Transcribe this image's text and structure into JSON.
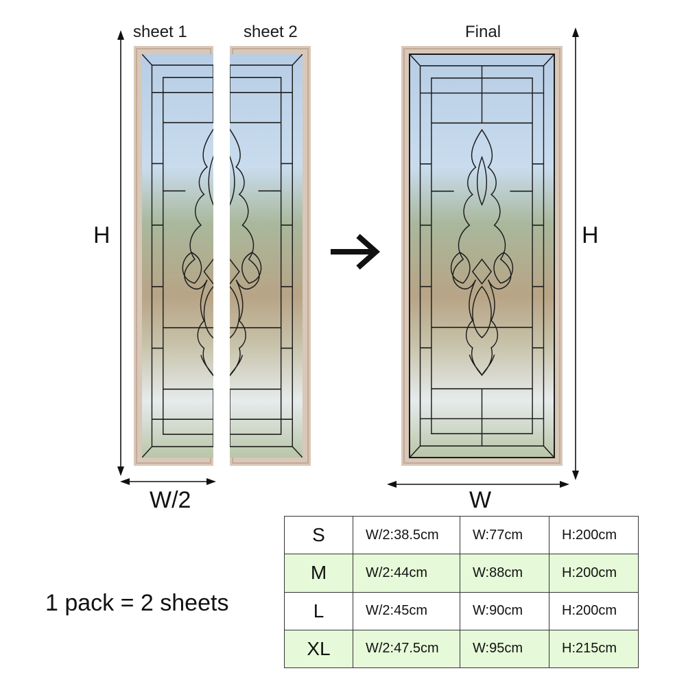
{
  "labels": {
    "sheet1": "sheet 1",
    "sheet2": "sheet 2",
    "final": "Final",
    "height_left": "H",
    "height_right": "H",
    "half_width": "W/2",
    "width": "W",
    "pack": "1 pack = 2 sheets"
  },
  "colors": {
    "frame": "#d9c7b8",
    "glass_top": "#b9cfe6",
    "glass_mid": "#9fb090",
    "glass_bottom": "#e8ecee",
    "lead": "#1c1c1c",
    "table_alt": "#e6fad9"
  },
  "icons": {
    "arrow": "right-arrow-icon"
  },
  "sizes": [
    {
      "size": "S",
      "half_width": "W/2:38.5cm",
      "width": "W:77cm",
      "height": "H:200cm"
    },
    {
      "size": "M",
      "half_width": "W/2:44cm",
      "width": "W:88cm",
      "height": "H:200cm"
    },
    {
      "size": "L",
      "half_width": "W/2:45cm",
      "width": "W:90cm",
      "height": "H:200cm"
    },
    {
      "size": "XL",
      "half_width": "W/2:47.5cm",
      "width": "W:95cm",
      "height": "H:215cm"
    }
  ]
}
